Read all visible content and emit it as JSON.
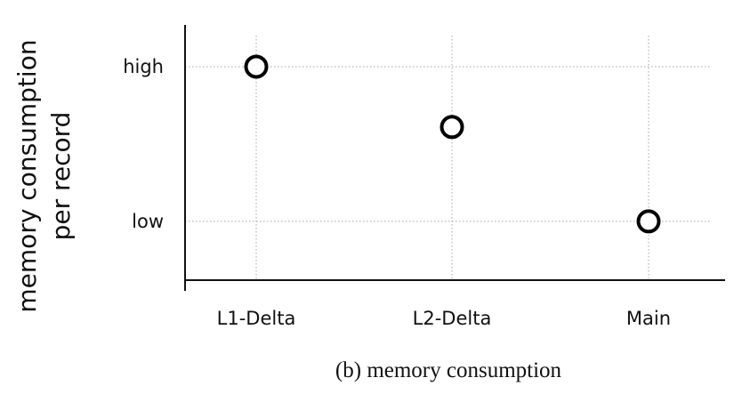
{
  "chart_data": {
    "type": "scatter",
    "title": "",
    "caption": "(b) memory consumption",
    "xlabel": "",
    "ylabel": [
      "memory consumption",
      "per record"
    ],
    "categories": [
      "L1-Delta",
      "L2-Delta",
      "Main"
    ],
    "y_ticks": [
      {
        "label": "low",
        "value": 1
      },
      {
        "label": "high",
        "value": 2
      }
    ],
    "ylim": [
      0.62,
      2.27
    ],
    "series": [
      {
        "values": [
          2,
          1.61,
          1
        ]
      }
    ],
    "grid": true,
    "legend": "none",
    "colors": {
      "marker_stroke": "#000000",
      "marker_fill": "#ffffff",
      "grid": "#a6a6a6"
    }
  }
}
